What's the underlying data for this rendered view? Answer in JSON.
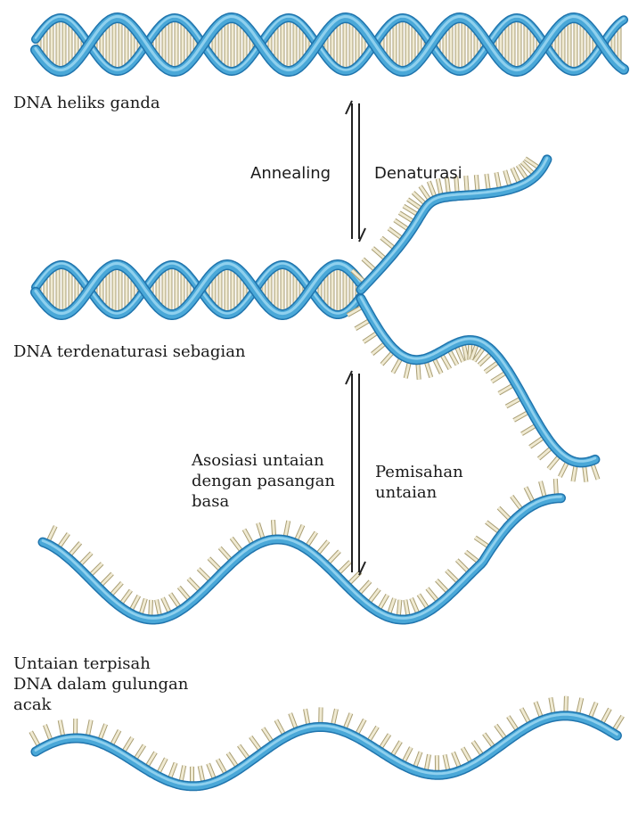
{
  "labels": {
    "double_helix": "DNA heliks ganda",
    "annealing": "Annealing",
    "denaturation": "Denaturasi",
    "partially_denatured": "DNA terdenaturasi sebagian",
    "strand_association": "Asosiasi untaian\ndengan pasangan\nbasa",
    "strand_separation": "Pemisahan\nuntaian",
    "separated_strands": "Untaian terpisah\nDNA dalam gulungan\nacak"
  },
  "colors": {
    "strand_light": "#8fd0ee",
    "strand_mid": "#4aa8d8",
    "strand_dark": "#1f74ad",
    "base_fill": "#f0ead2",
    "base_stroke": "#a99e74",
    "arrow": "#222222"
  }
}
